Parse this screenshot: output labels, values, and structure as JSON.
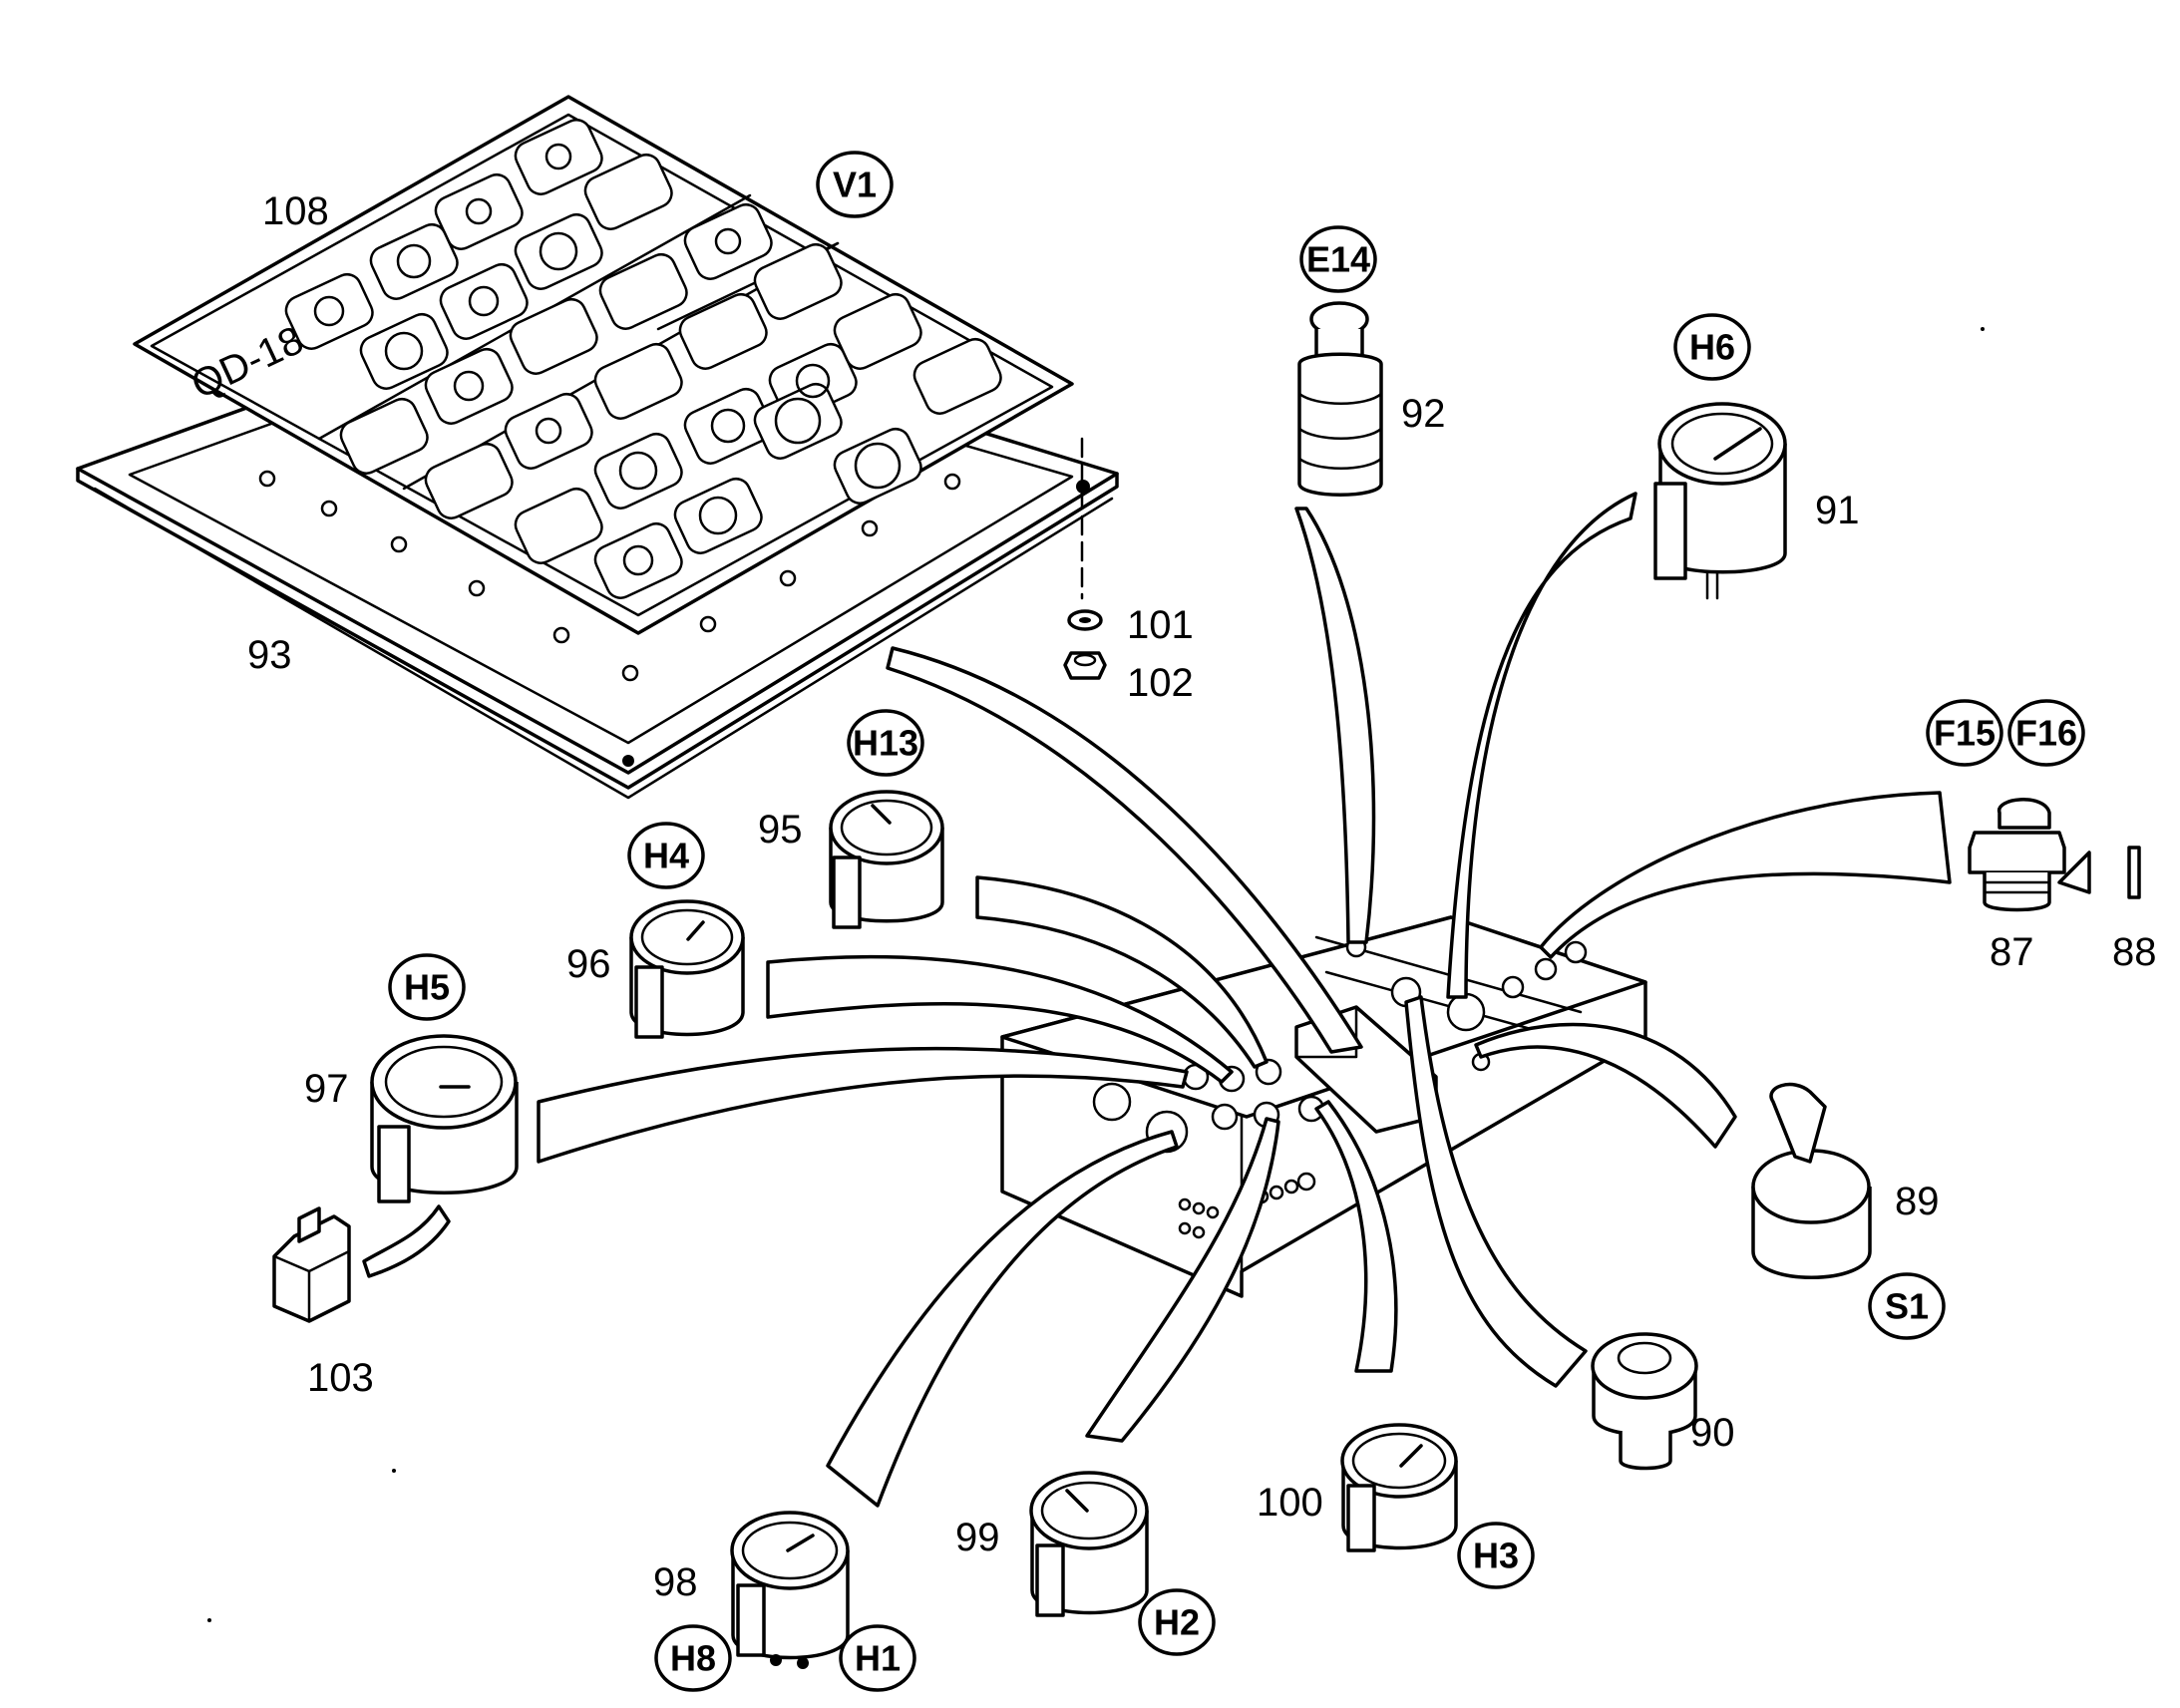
{
  "callouts": {
    "v1": "V1",
    "e14": "E14",
    "h6": "H6",
    "f15": "F15",
    "f16": "F16",
    "h13": "H13",
    "h4": "H4",
    "h5": "H5",
    "s1": "S1",
    "h3": "H3",
    "h2": "H2",
    "h8": "H8",
    "h1": "H1"
  },
  "part_numbers": {
    "p108": "108",
    "p93": "93",
    "p92": "92",
    "p91": "91",
    "p101": "101",
    "p102": "102",
    "p95": "95",
    "p96": "96",
    "p97": "97",
    "p87": "87",
    "p88": "88",
    "p89": "89",
    "p90": "90",
    "p100": "100",
    "p99": "99",
    "p98": "98",
    "p103": "103"
  },
  "panel_label": "QD-18"
}
